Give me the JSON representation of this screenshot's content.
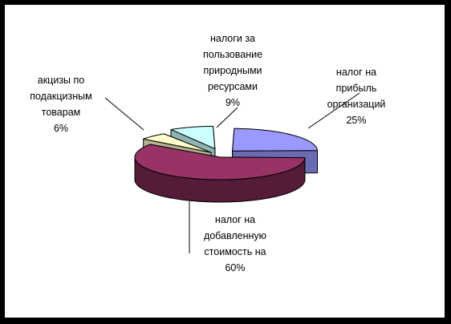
{
  "chart_data": {
    "type": "pie",
    "style": "3d-exploded",
    "legend": "none",
    "slices": [
      {
        "label_lines": [
          "налог на",
          "прибыль",
          "организаций"
        ],
        "value": 25,
        "value_label": "25%",
        "color": "#9999ff"
      },
      {
        "label_lines": [
          "налог на",
          "добавленную",
          "стоимость на"
        ],
        "value": 60,
        "value_label": "60%",
        "color": "#993366"
      },
      {
        "label_lines": [
          "акцизы по",
          "подакцизным",
          "товарам"
        ],
        "value": 6,
        "value_label": "6%",
        "color": "#ffffcc"
      },
      {
        "label_lines": [
          "налоги за",
          "пользование",
          "природными",
          "ресурсами"
        ],
        "value": 9,
        "value_label": "9%",
        "color": "#ccffff"
      }
    ]
  }
}
